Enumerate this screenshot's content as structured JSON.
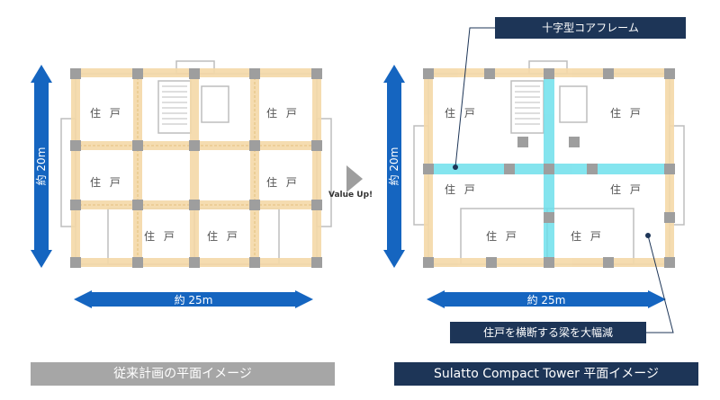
{
  "left_plan": {
    "caption": "従来計画の平面イメージ",
    "caption_color": "#a6a6a6",
    "height_dim": "約 20m",
    "width_dim": "約 25m",
    "unit_label": "住 戸"
  },
  "right_plan": {
    "caption": "Sulatto Compact Tower 平面イメージ",
    "caption_color": "#1d3557",
    "height_dim": "約 20m",
    "width_dim": "約 25m",
    "unit_label": "住 戸"
  },
  "transition": {
    "label": "Value Up!"
  },
  "callouts": {
    "cross_frame": "十字型コアフレーム",
    "beam_reduction": "住戸を横断する梁を大幅減"
  },
  "colors": {
    "beam": "#f5d9a8",
    "column": "#9e9e9e",
    "cross_core": "#6fe0ec",
    "dim_arrow": "#1565c0",
    "callout_bg": "#1d3557"
  }
}
